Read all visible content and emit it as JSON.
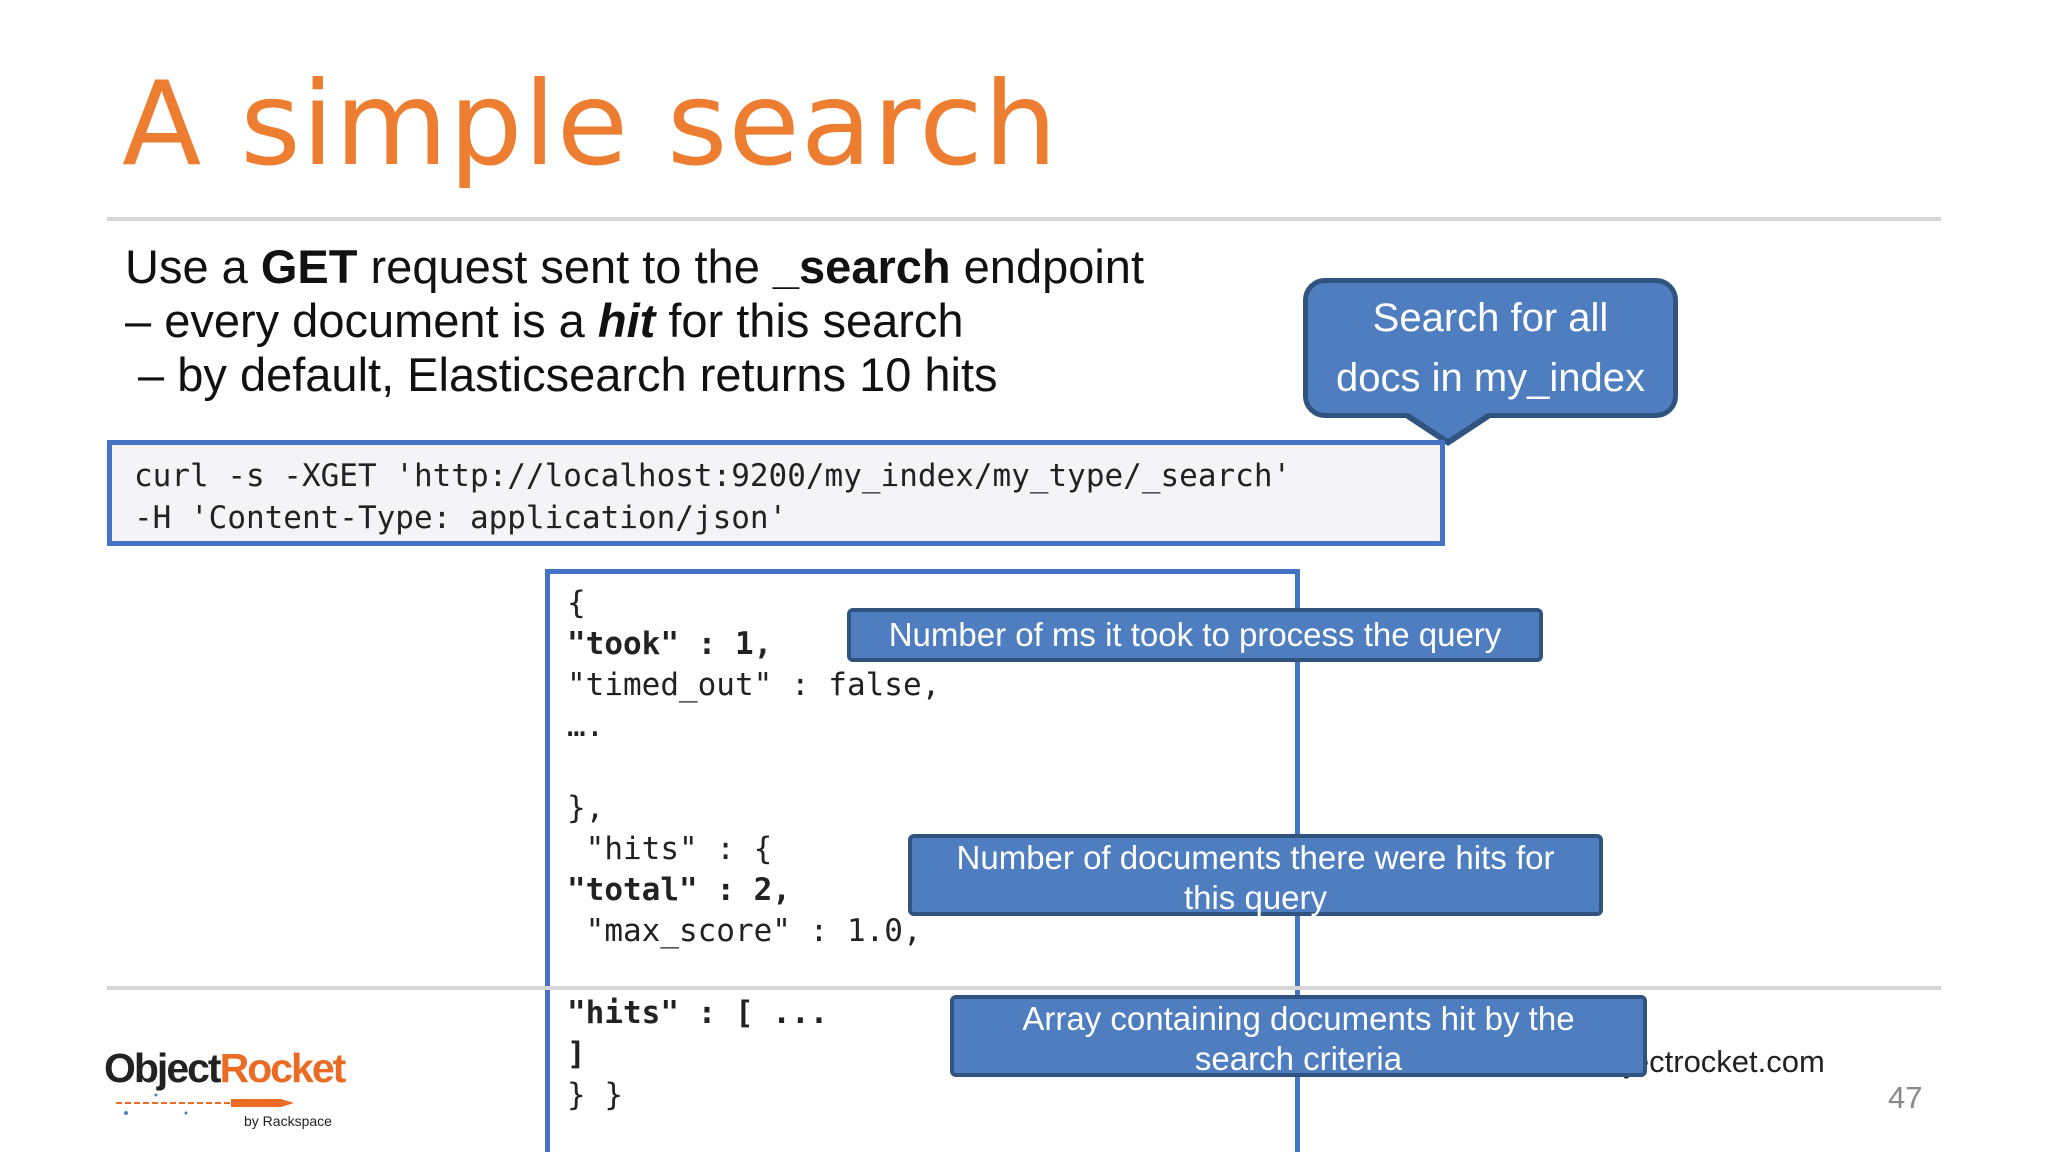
{
  "slide": {
    "title": "A simple search",
    "page_number": "47",
    "footer_url": "jectrocket.com"
  },
  "bullets": {
    "line1": {
      "pre": "Use a ",
      "bold1": "GET",
      "mid": " request sent to the ",
      "bold2": "_search",
      "post": " endpoint"
    },
    "line2": {
      "pre": "– every document is a ",
      "bold": "hit",
      "post": " for this search"
    },
    "line3": " – by default, Elasticsearch returns 10 hits"
  },
  "callout_main": {
    "line1": "Search for all",
    "line2": "docs in my_index"
  },
  "request": {
    "line1": "curl -s -XGET 'http://localhost:9200/my_index/my_type/_search'",
    "line2": "-H 'Content-Type: application/json'"
  },
  "response": {
    "l1": "{",
    "l2_key": "\"took\"",
    "l2_rest": " : 1,",
    "l3": "\"timed_out\" : false,",
    "l4": "….",
    "l5": "",
    "l6": "},",
    "l7": " \"hits\" : {",
    "l8_key": "\"total\"",
    "l8_rest": " : 2,",
    "l9": " \"max_score\" : 1.0,",
    "l10": "",
    "l11_key": "\"hits\"",
    "l11_rest": " : [ ...",
    "l12": "]",
    "l13": "} }"
  },
  "notes": {
    "took": "Number of ms it took to process the query",
    "total_line1": "Number of documents there were hits for",
    "total_line2": "this query",
    "hits_line1": "Array containing documents hit by the",
    "hits_line2": "search criteria"
  },
  "logo": {
    "object": "Object",
    "rocket": "Rocket",
    "by": "by Rackspace",
    "colors": {
      "accent": "#ea6b24",
      "dark": "#222222"
    }
  },
  "colors": {
    "title": "#ed7d31",
    "callout_fill": "#4e7ec0",
    "callout_border": "#30537f",
    "box_border": "#4472c4"
  }
}
